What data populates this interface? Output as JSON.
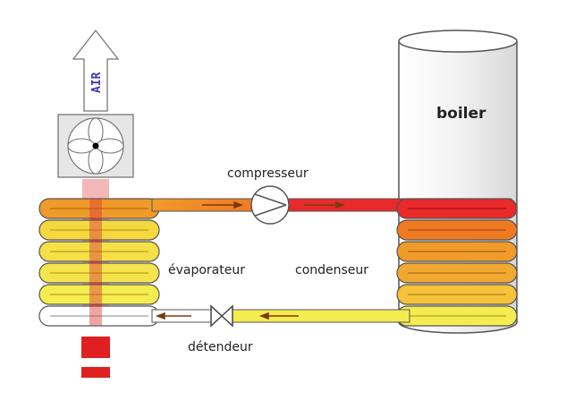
{
  "labels": {
    "air": "AIR",
    "boiler": "boiler",
    "compresseur": "compresseur",
    "evaporateur": "évaporateur",
    "condenseur": "condenseur",
    "detendeur": "détendeur"
  },
  "colors": {
    "hot": "#e82a2a",
    "warm": "#f09a2a",
    "lukewarm": "#f5c23a",
    "cool": "#f5ec50",
    "cold": "#ffffff",
    "air_column": "#f2b8b8",
    "air_core": "#d83a3a",
    "arrow": "#7a3a10",
    "outline": "#555555"
  },
  "icons": {
    "fan": "fan-icon",
    "compressor": "compressor-icon",
    "expansion_valve": "expansion-valve-icon",
    "air_arrow": "up-arrow-icon"
  }
}
